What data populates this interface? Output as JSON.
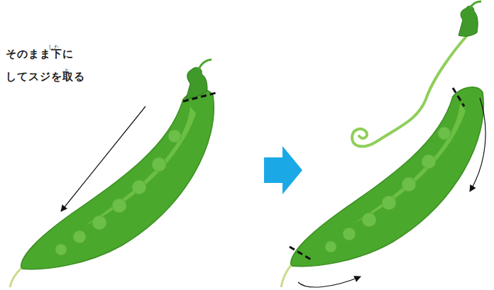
{
  "diagram": {
    "labels": [
      "そのまま下に してスジを取る",
      "した",
      "と"
    ]
  }
}
